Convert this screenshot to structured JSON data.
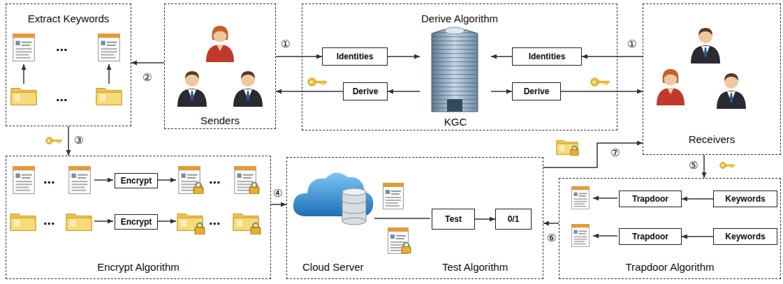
{
  "diagram": {
    "nodes": [
      {
        "text": [
          "Extract Keywords"
        ]
      },
      {
        "text": [
          "Senders"
        ]
      },
      {
        "text": [
          "Derive Algorithm"
        ]
      },
      {
        "text": [
          "Identities"
        ],
        "in": 2
      },
      {
        "text": [
          "KGC"
        ],
        "in": 2
      },
      {
        "text": [
          "Identities"
        ],
        "in": 2
      },
      {
        "text": [
          "Derive"
        ],
        "in": 2
      },
      {
        "text": [
          "Derive"
        ],
        "in": 2
      },
      {
        "text": [
          "Receivers"
        ]
      },
      {
        "text": [
          "Encrypt Algorithm"
        ]
      },
      {
        "text": [
          "Encrypt"
        ],
        "in": 9
      },
      {
        "text": [
          "Encrypt"
        ],
        "in": 9
      },
      {
        "text": [
          "Cloud Server",
          "Test Algorithm"
        ]
      },
      {
        "text": [
          "Test"
        ],
        "in": 12
      },
      {
        "text": [
          "0/1"
        ],
        "in": 12
      },
      {
        "text": [
          "Trapdoor Algorithm"
        ]
      },
      {
        "text": [
          "Trapdoor"
        ],
        "in": 15
      },
      {
        "text": [
          "Keywords"
        ],
        "in": 15
      },
      {
        "text": [
          "Trapdoor"
        ],
        "in": 15
      },
      {
        "text": [
          "Keywords"
        ],
        "in": 15
      }
    ],
    "edges": [
      {
        "from": 1,
        "to": 3,
        "arrow": "to"
      },
      {
        "from": 3,
        "to": 4,
        "arrow": "to"
      },
      {
        "from": 5,
        "to": 4,
        "arrow": "to"
      },
      {
        "from": 8,
        "to": 5,
        "arrow": "to"
      },
      {
        "from": 4,
        "to": 6,
        "arrow": "to"
      },
      {
        "from": 6,
        "to": 1,
        "arrow": "to"
      },
      {
        "from": 4,
        "to": 7,
        "arrow": "to"
      },
      {
        "from": 7,
        "to": 8,
        "arrow": "to"
      },
      {
        "from": 1,
        "to": 0,
        "arrow": "to"
      },
      {
        "from": 0,
        "to": 9,
        "arrow": "to"
      },
      {
        "from": 9,
        "to": 12,
        "arrow": "to"
      },
      {
        "from": 15,
        "to": 12,
        "arrow": "to"
      },
      {
        "from": 8,
        "to": 15,
        "arrow": "to"
      },
      {
        "from": 12,
        "to": 8,
        "arrow": "to"
      },
      {
        "from": 13,
        "to": 14,
        "arrow": "to"
      },
      {
        "from": 17,
        "to": 16,
        "arrow": "to"
      },
      {
        "from": 19,
        "to": 18,
        "arrow": "to"
      }
    ],
    "labels": [
      "①",
      "①",
      "②",
      "③",
      "④",
      "⑤",
      "⑥",
      "⑦",
      "...",
      "...",
      "...",
      "...",
      "...",
      "..."
    ]
  }
}
